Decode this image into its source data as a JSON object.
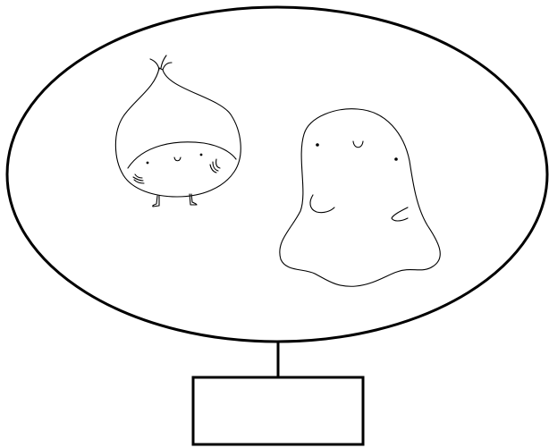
{
  "diagram": {
    "type": "thought-bubble",
    "characters": [
      {
        "name": "onion-character",
        "expression": "smiling"
      },
      {
        "name": "ghost-character",
        "expression": "smiling"
      }
    ],
    "caption_box": {
      "label": ""
    },
    "colors": {
      "stroke": "#000000",
      "background": "#ffffff"
    }
  }
}
